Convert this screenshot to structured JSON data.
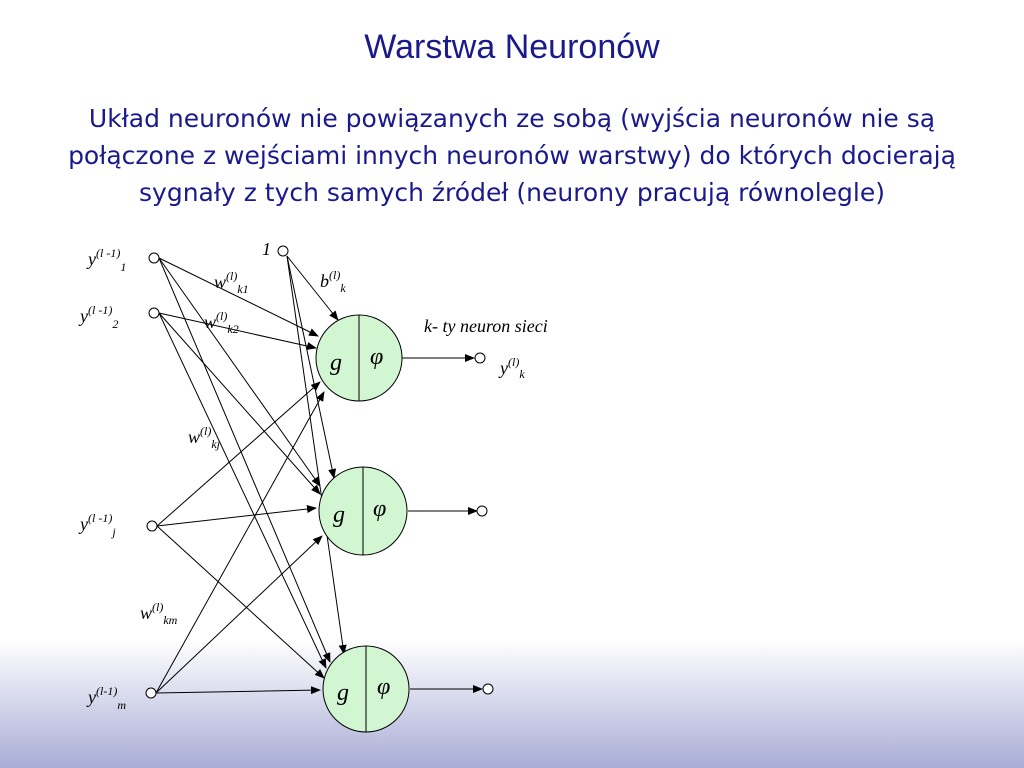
{
  "slide": {
    "title": "Warstwa Neuronów",
    "description": "Układ neuronów nie powiązanych ze sobą (wyjścia neuronów nie są połączone z wejściami innych neuronów warstwy) do których docierają sygnały z tych samych źródeł (neurony pracują równolegle)"
  },
  "diagram": {
    "colors": {
      "neuron_fill": "#d2f5d2",
      "line": "#000000",
      "title": "#1a1a8c"
    },
    "inputs": {
      "y1": {
        "base": "y",
        "sup": "(l -1)",
        "sub": "1"
      },
      "y2": {
        "base": "y",
        "sup": "(l -1)",
        "sub": "2"
      },
      "yj": {
        "base": "y",
        "sup": "(l -1)",
        "sub": "j"
      },
      "ym": {
        "base": "y",
        "sup": "(l-1)",
        "sub": "m"
      }
    },
    "bias_input": "1",
    "bias_label": {
      "base": "b",
      "sup": "(l)",
      "sub": "k"
    },
    "weights": {
      "wk1": {
        "base": "w",
        "sup": "(l)",
        "sub": "k1"
      },
      "wk2": {
        "base": "w",
        "sup": "(l)",
        "sub": "k2"
      },
      "wkj": {
        "base": "w",
        "sup": "(l)",
        "sub": "kj"
      },
      "wkm": {
        "base": "w",
        "sup": "(l)",
        "sub": "km"
      }
    },
    "neuron_left_symbol": "g",
    "neuron_right_symbol": "φ",
    "neuron_caption": "k- ty neuron sieci",
    "output_label": {
      "base": "y",
      "sup": "(l)",
      "sub": "k"
    }
  }
}
